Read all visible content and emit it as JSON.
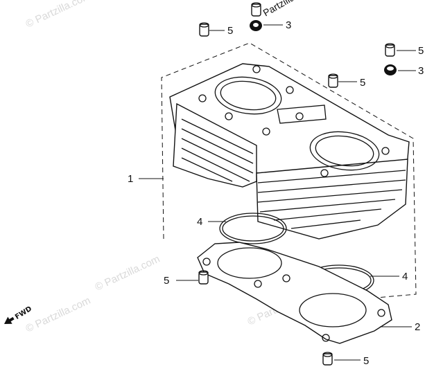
{
  "watermark": {
    "text": "© Partzilla.com",
    "fragment": "Partzilla"
  },
  "direction": {
    "label": "FWD"
  },
  "callouts": [
    "1",
    "2",
    "3",
    "3",
    "4",
    "4",
    "5",
    "5",
    "5",
    "5",
    "5"
  ],
  "colors": {
    "ink": "#111111",
    "watermark": "#d9d9d9",
    "background": "#ffffff"
  }
}
